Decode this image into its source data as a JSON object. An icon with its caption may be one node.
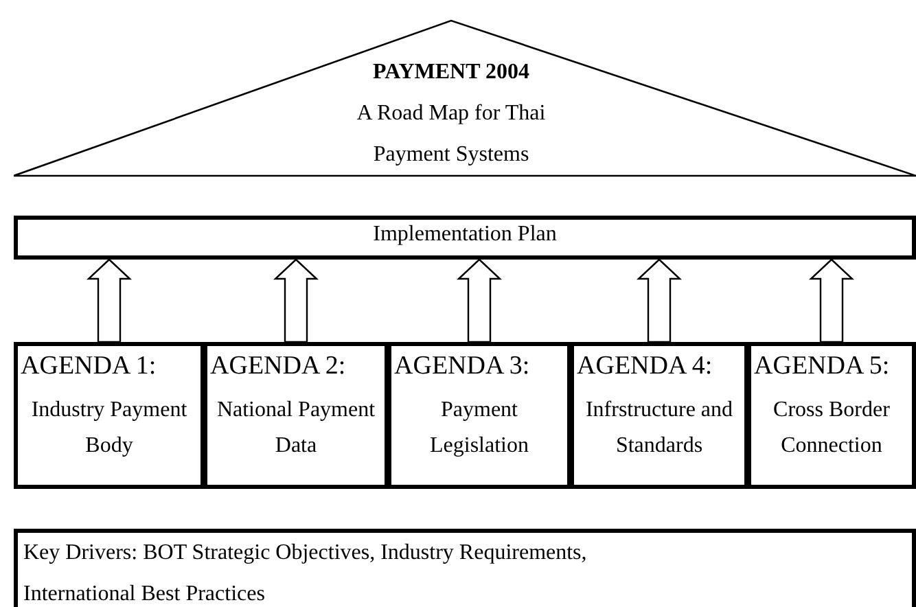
{
  "diagram": {
    "nodes": [
      {
        "text": [
          "PAYMENT 2004",
          "A Road Map for Thai Payment Systems"
        ]
      },
      {
        "text": [
          "Implementation Plan"
        ]
      },
      {
        "text": [
          "AGENDA 1:",
          "Industry Payment Body"
        ]
      },
      {
        "text": [
          "AGENDA 2:",
          "National Payment Data"
        ]
      },
      {
        "text": [
          "AGENDA 3:",
          "Payment Legislation"
        ]
      },
      {
        "text": [
          "AGENDA 4:",
          "Infrstructure and Standards"
        ]
      },
      {
        "text": [
          "AGENDA 5:",
          "Cross Border Connection"
        ]
      },
      {
        "text": [
          "Key Drivers: BOT Strategic Objectives, Industry Requirements, International Best Practices"
        ]
      }
    ],
    "edges": [
      {
        "from": 2,
        "to": 1,
        "arrow": "to"
      },
      {
        "from": 3,
        "to": 1,
        "arrow": "to"
      },
      {
        "from": 4,
        "to": 1,
        "arrow": "to"
      },
      {
        "from": 5,
        "to": 1,
        "arrow": "to"
      },
      {
        "from": 6,
        "to": 1,
        "arrow": "to"
      }
    ]
  }
}
